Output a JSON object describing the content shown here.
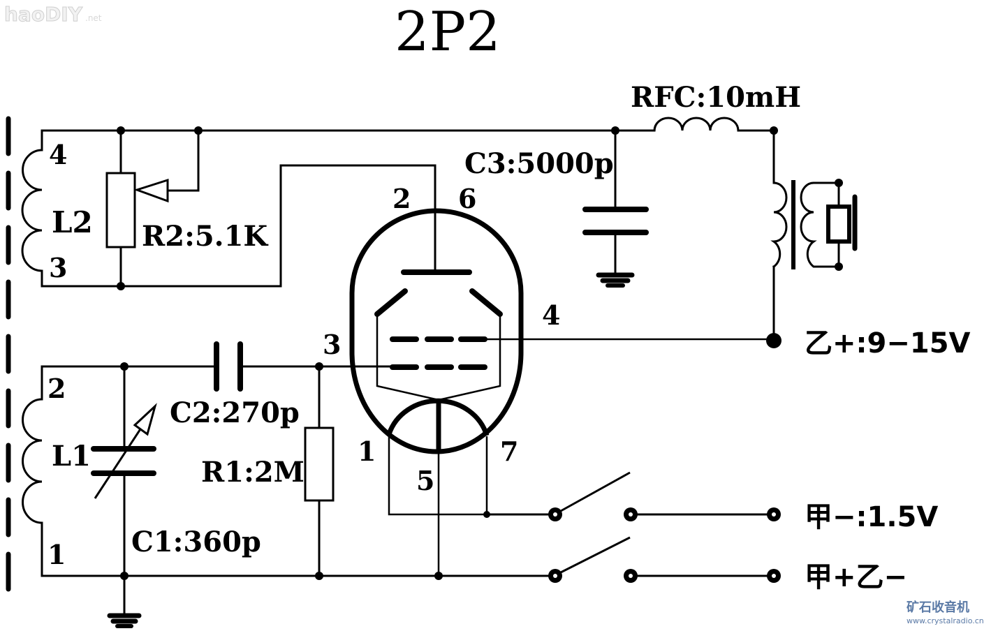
{
  "title": "2P2",
  "watermarks": {
    "top_left": {
      "main": "haoDIY",
      "suffix": ".net"
    },
    "bottom_right": {
      "main": "矿石收音机",
      "url": "www.crystalradio.cn"
    }
  },
  "components": {
    "L2": {
      "label": "L2",
      "tap_top": "4",
      "tap_bottom": "3"
    },
    "R2": {
      "label": "R2:5.1K"
    },
    "L1": {
      "label": "L1",
      "tap_top": "2",
      "tap_bottom": "1"
    },
    "C1": {
      "label": "C1:360p"
    },
    "C2": {
      "label": "C2:270p"
    },
    "R1": {
      "label": "R1:2M"
    },
    "C3": {
      "label": "C3:5000p"
    },
    "RFC": {
      "label": "RFC:10mH"
    }
  },
  "tube": {
    "type": "2P2",
    "pins": {
      "p1": "1",
      "p2": "2",
      "p3": "3",
      "p4": "4",
      "p5": "5",
      "p6": "6",
      "p7": "7"
    }
  },
  "supply": {
    "b_plus": "乙+:9−15V",
    "a_minus": "甲−:1.5V",
    "a_plus_b_minus": "甲+乙−"
  }
}
